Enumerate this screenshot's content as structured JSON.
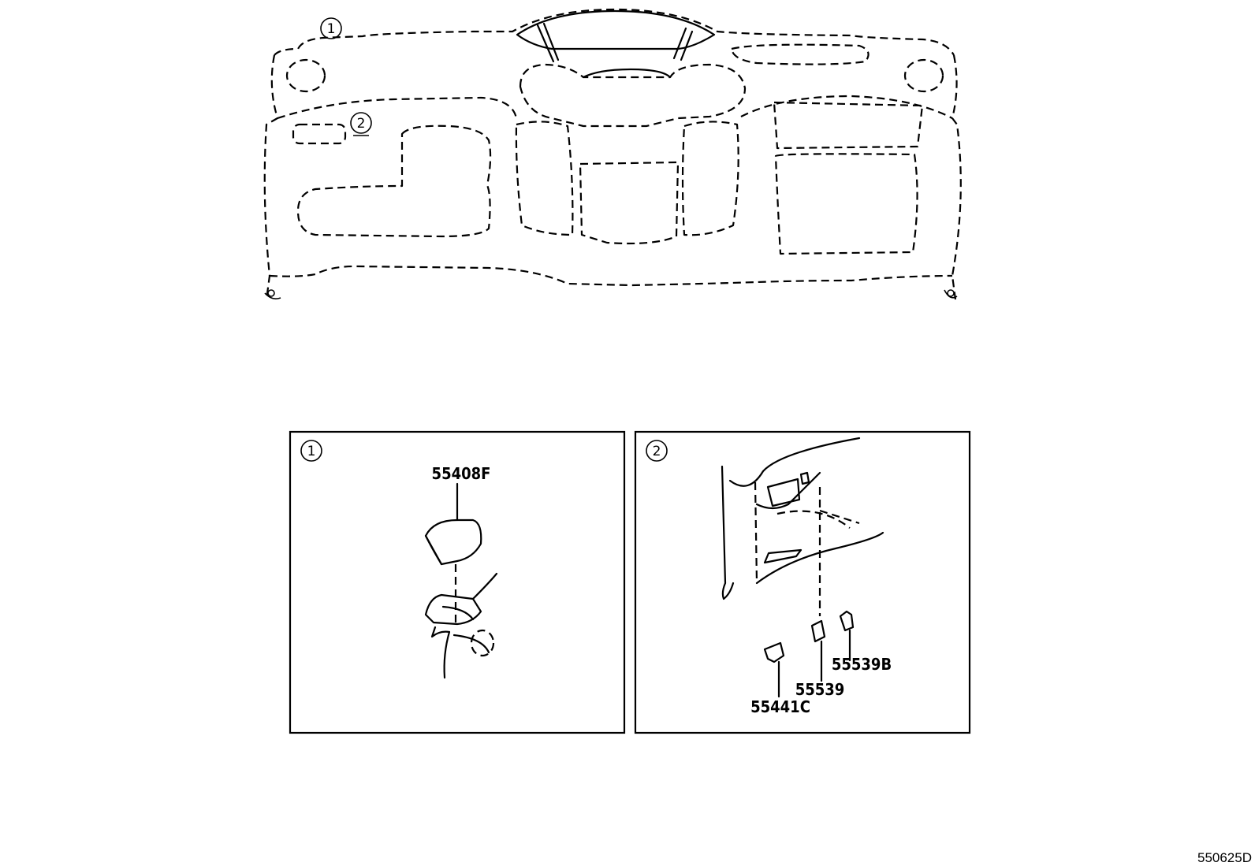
{
  "callouts": {
    "overview_1": "1",
    "overview_2": "2",
    "box1_label": "1",
    "box2_label": "2"
  },
  "parts": {
    "p55408F": "55408F",
    "p55539B": "55539B",
    "p55539": "55539",
    "p55441C": "55441C"
  },
  "diagram_code": "550625D"
}
